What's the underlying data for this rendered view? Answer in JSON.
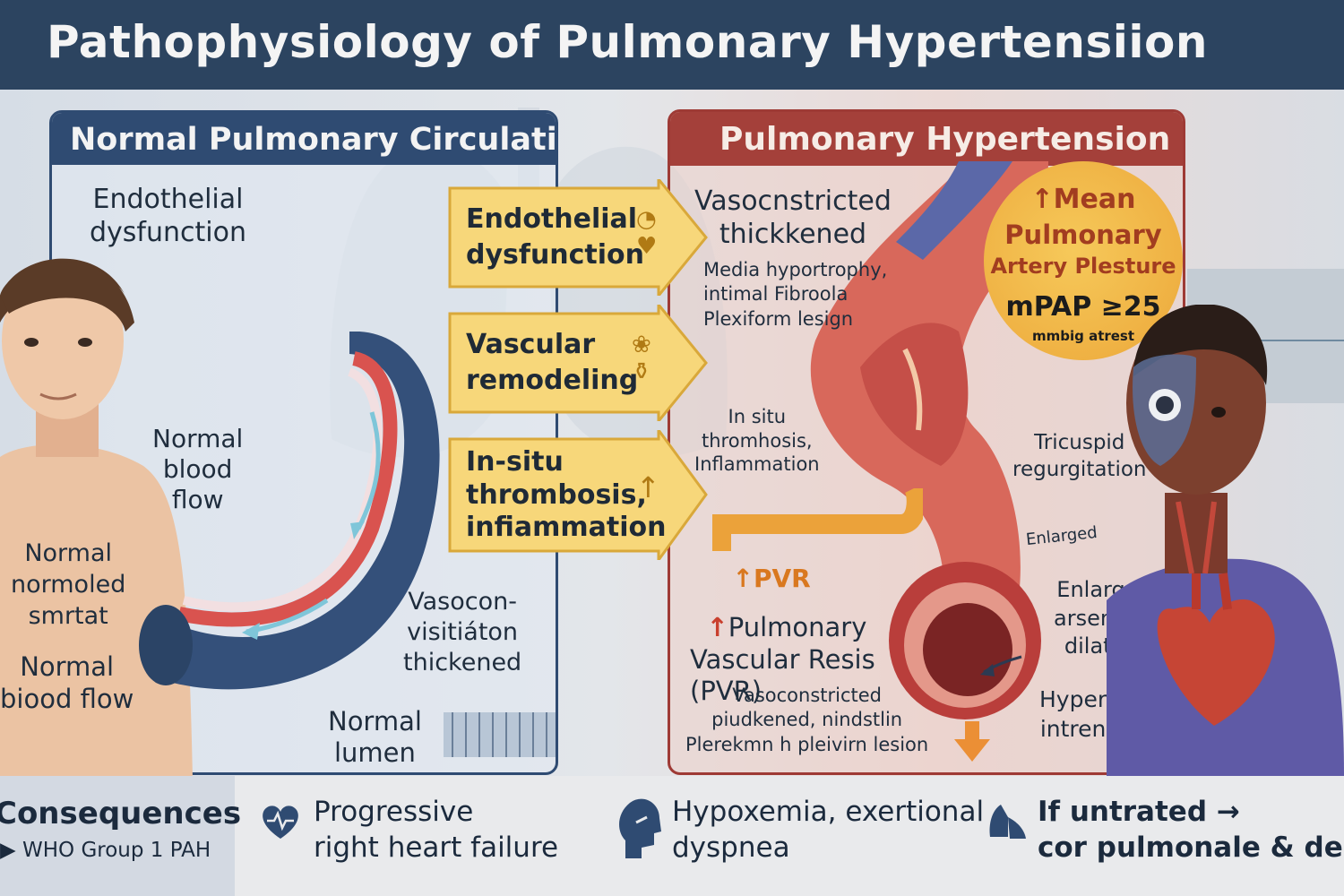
{
  "header": {
    "title": "Pathophysiology of Pulmonary Hypertensiion"
  },
  "left_panel": {
    "title": "Normal Pulmonary Circulation",
    "labels": {
      "endothelial": "Endothelial\ndysfunction",
      "normal_blood_flow_1": "Normal\nblood\nflow",
      "normal_normoled": "Normal\nnormoled\nsmrtat",
      "normal_blood_flow_2": "Normal\nbiood flow",
      "vasocon": "Vasocon-\nvisitiáton\nthickened",
      "normal_lumen": "Normal\nlumen"
    }
  },
  "mechanisms": [
    {
      "label": "Endothelial\ndysfunction",
      "icon": "endothelium-icon"
    },
    {
      "label": "Vascular\nremodeling",
      "icon": "cells-icon"
    },
    {
      "label": "In-situ\nthrombosis,\ninfiammation",
      "icon": "up-arrow-icon"
    }
  ],
  "right_panel": {
    "title": "Pulmonary Hypertension",
    "labels": {
      "vasoconstricted": "Vasocnstricted\nthickkened",
      "media": "Media hyportrophy,\nintimal Fibroola\nPlexiform lesign",
      "in_situ": "In situ\nthromhosis,\nInflammation",
      "pvr_arrow": "PVR",
      "pvr_full": "Pulmonary\nVascular Resis\n(PVR)",
      "bottom_text": "Vasoconstricted\npiudkened, nindstlin\nPlerekmn h pleivirn lesion",
      "tricuspid": "Tricuspid\nregurgitation",
      "enlarged_small": "Enlarged",
      "enlarged": "Enlarged\narsention\ndilation",
      "hypertide": "Hypertide\nintrention"
    },
    "mpap": {
      "line1": "Mean",
      "line2": "Pulmonary",
      "line3": "Artery Plesture",
      "value": "mPAP ≥25",
      "unit": "mmbig atrest"
    }
  },
  "footer": {
    "title": "Consequences",
    "subtitle": "WHO Group 1 PAH",
    "items": [
      {
        "icon": "heart-ecg-icon",
        "text": "Progressive\nright heart failure"
      },
      {
        "icon": "head-profile-icon",
        "text": "Hypoxemia, exertional\ndyspnea"
      },
      {
        "icon": "lung-icon",
        "text": "If untrated →\ncor pulmonale & death"
      }
    ]
  },
  "colors": {
    "header": "#2c4460",
    "normal_panel": "#2f4b72",
    "ph_panel": "#a4403a",
    "mechanism_box": "#f7d77a",
    "mpap_circle": "#efb143",
    "accent_arrow": "#e7892a"
  }
}
